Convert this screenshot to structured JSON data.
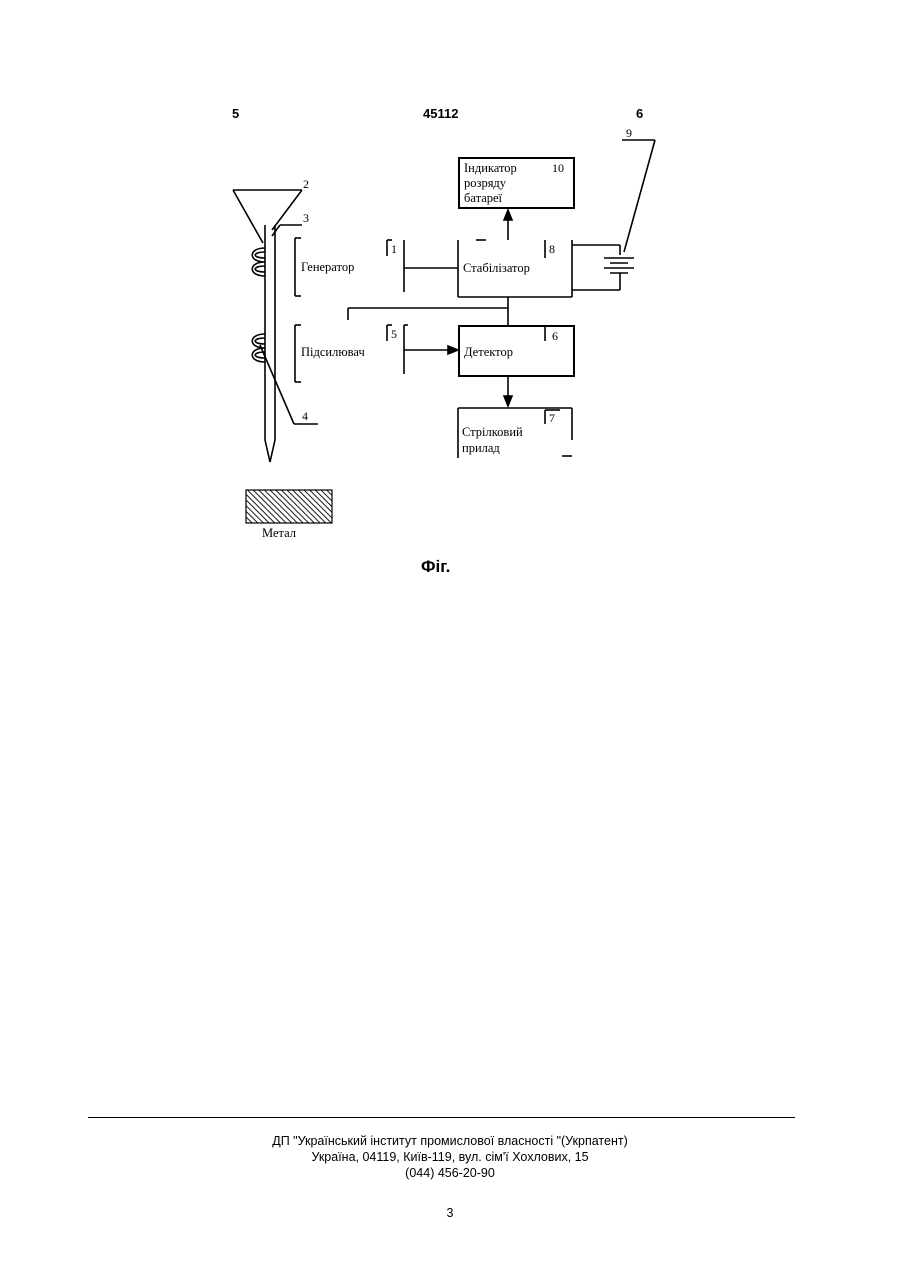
{
  "header": {
    "left_page": "5",
    "patent_number": "45112",
    "right_page": "6"
  },
  "diagram": {
    "blocks": {
      "battery_indicator": {
        "number": "10",
        "label_lines": [
          "Індикатор",
          "розряду",
          "батареї"
        ]
      },
      "generator": {
        "label": "Генератор"
      },
      "amplifier": {
        "label": "Підсилювач"
      },
      "stabilizer": {
        "number": "1",
        "label": "Стабілізатор"
      },
      "switch": {
        "number": "8"
      },
      "detector": {
        "number": "6",
        "label": "Детектор"
      },
      "block5": {
        "number": "5"
      },
      "pointer_device": {
        "number": "7",
        "label_lines": [
          "Стрілковий",
          "прилад"
        ]
      }
    },
    "callouts": {
      "coils": "2",
      "rod": "3",
      "coil_lower": "4",
      "battery": "9"
    },
    "metal_label": "Метал"
  },
  "caption": "Фіг.",
  "footer": {
    "line1": "ДП \"Український інститут промислової власності \"(Укрпатент)",
    "line2": "Україна, 04119, Київ-119, вул. сім'ї Хохлових, 15",
    "line3": "(044) 456-20-90",
    "page_number": "3"
  }
}
